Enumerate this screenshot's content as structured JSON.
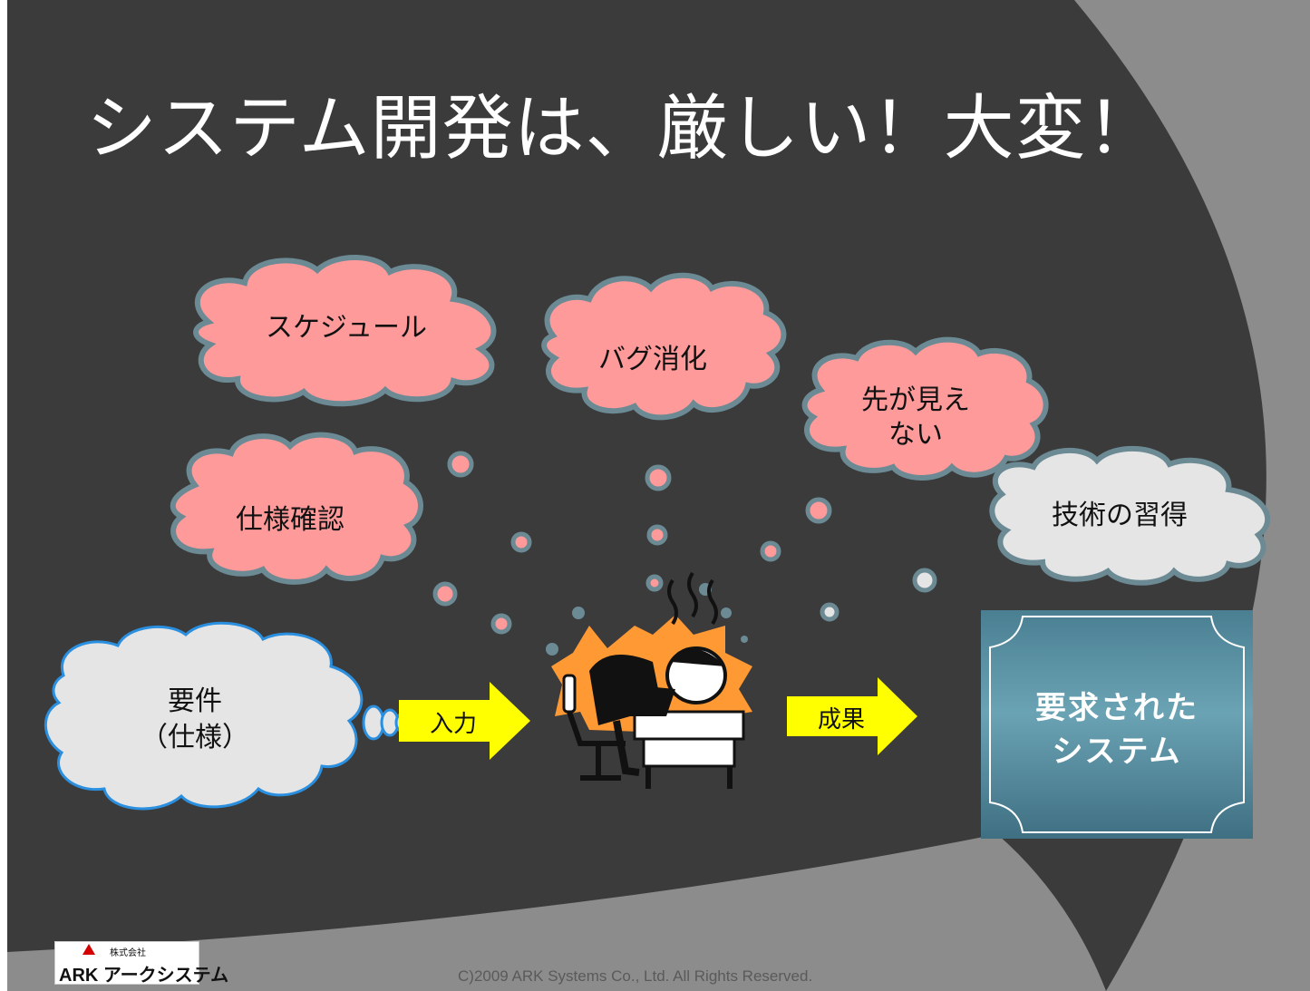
{
  "slide": {
    "title": "システム開発は、厳しい！大変！",
    "clouds": {
      "schedule": "スケジュール",
      "bug": "バグ消化",
      "unclear_line1": "先が見え",
      "unclear_line2": "ない",
      "spec_check": "仕様確認",
      "tech": "技術の習得",
      "requirement_line1": "要件",
      "requirement_line2": "（仕様）"
    },
    "arrows": {
      "input": "入力",
      "output": "成果"
    },
    "result_box": {
      "line1": "要求された",
      "line2": "システム"
    },
    "footer": {
      "logo_main": "ARK アークシステム",
      "logo_sub": "株式会社",
      "copyright": "C)2009 ARK Systems Co., Ltd. All Rights Reserved."
    },
    "colors": {
      "background_dark": "#3b3b3b",
      "background_gray": "#8c8c8c",
      "cloud_pink": "#ff9a9a",
      "cloud_gray": "#e5e5e5",
      "cloud_outline": "#6b8a94",
      "arrow_yellow": "#ffff00",
      "starburst_orange": "#ff9933"
    }
  }
}
